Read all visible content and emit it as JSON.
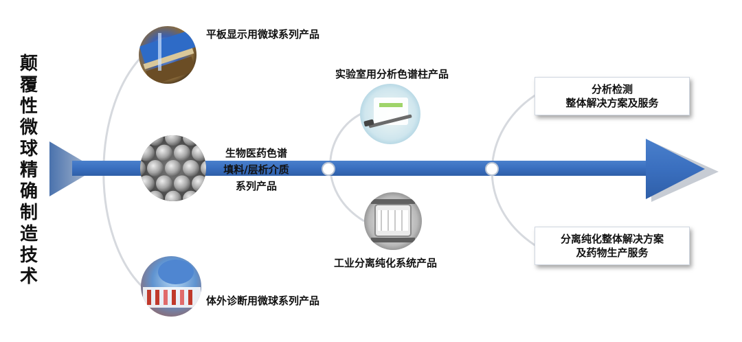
{
  "title": "颠覆性微球精确制造技术",
  "products": {
    "flat_panel": "平板显示用微球系列产品",
    "lab_column": "实验室用分析色谱柱产品",
    "biomed_line1": "生物医药色谱",
    "biomed_line2": "填料/层析介质",
    "biomed_line3": "系列产品",
    "industrial": "工业分离纯化系统产品",
    "ivd": "体外诊断用微球系列产品"
  },
  "services": {
    "analysis_line1": "分析检测",
    "analysis_line2": "整体解决方案及服务",
    "separation_line1": "分离纯化整体解决方案",
    "separation_line2": "及药物生产服务"
  },
  "colors": {
    "arrow": "#3a6fbf",
    "arrow_edge": "#1f4f9a",
    "tail": "#4a72ad",
    "tail_fade": "#b7c3d4",
    "head_shadow": "#c7ccd4",
    "branch": "#d6d9de"
  }
}
